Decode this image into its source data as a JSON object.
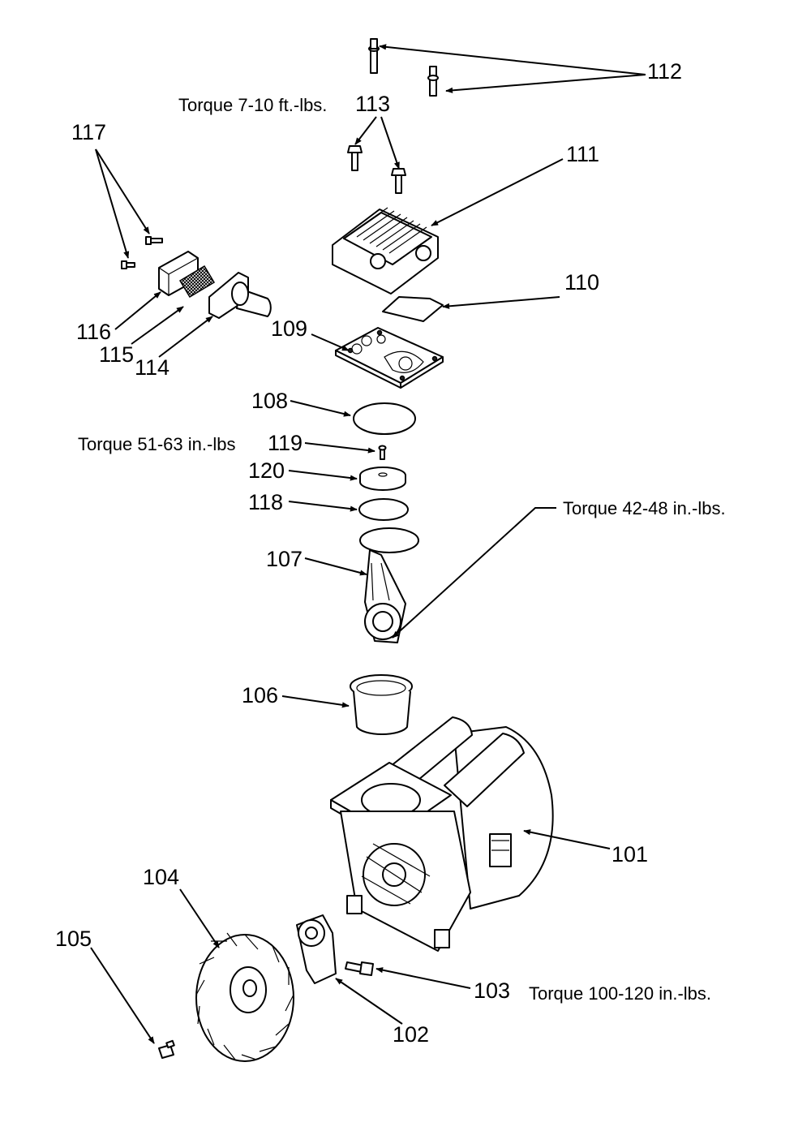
{
  "callouts": {
    "p101": "101",
    "p102": "102",
    "p103": "103",
    "p104": "104",
    "p105": "105",
    "p106": "106",
    "p107": "107",
    "p108": "108",
    "p109": "109",
    "p110": "110",
    "p111": "111",
    "p112": "112",
    "p113": "113",
    "p114": "114",
    "p115": "115",
    "p116": "116",
    "p117": "117",
    "p118": "118",
    "p119": "119",
    "p120": "120"
  },
  "torque": {
    "head_bolts": "Torque  7-10 ft.-lbs.",
    "valve_bolt": "Torque  51-63 in.-lbs",
    "rod_bolt": "Torque  42-48 in.-lbs.",
    "fan_bolt": "Torque 100-120 in.-lbs."
  }
}
